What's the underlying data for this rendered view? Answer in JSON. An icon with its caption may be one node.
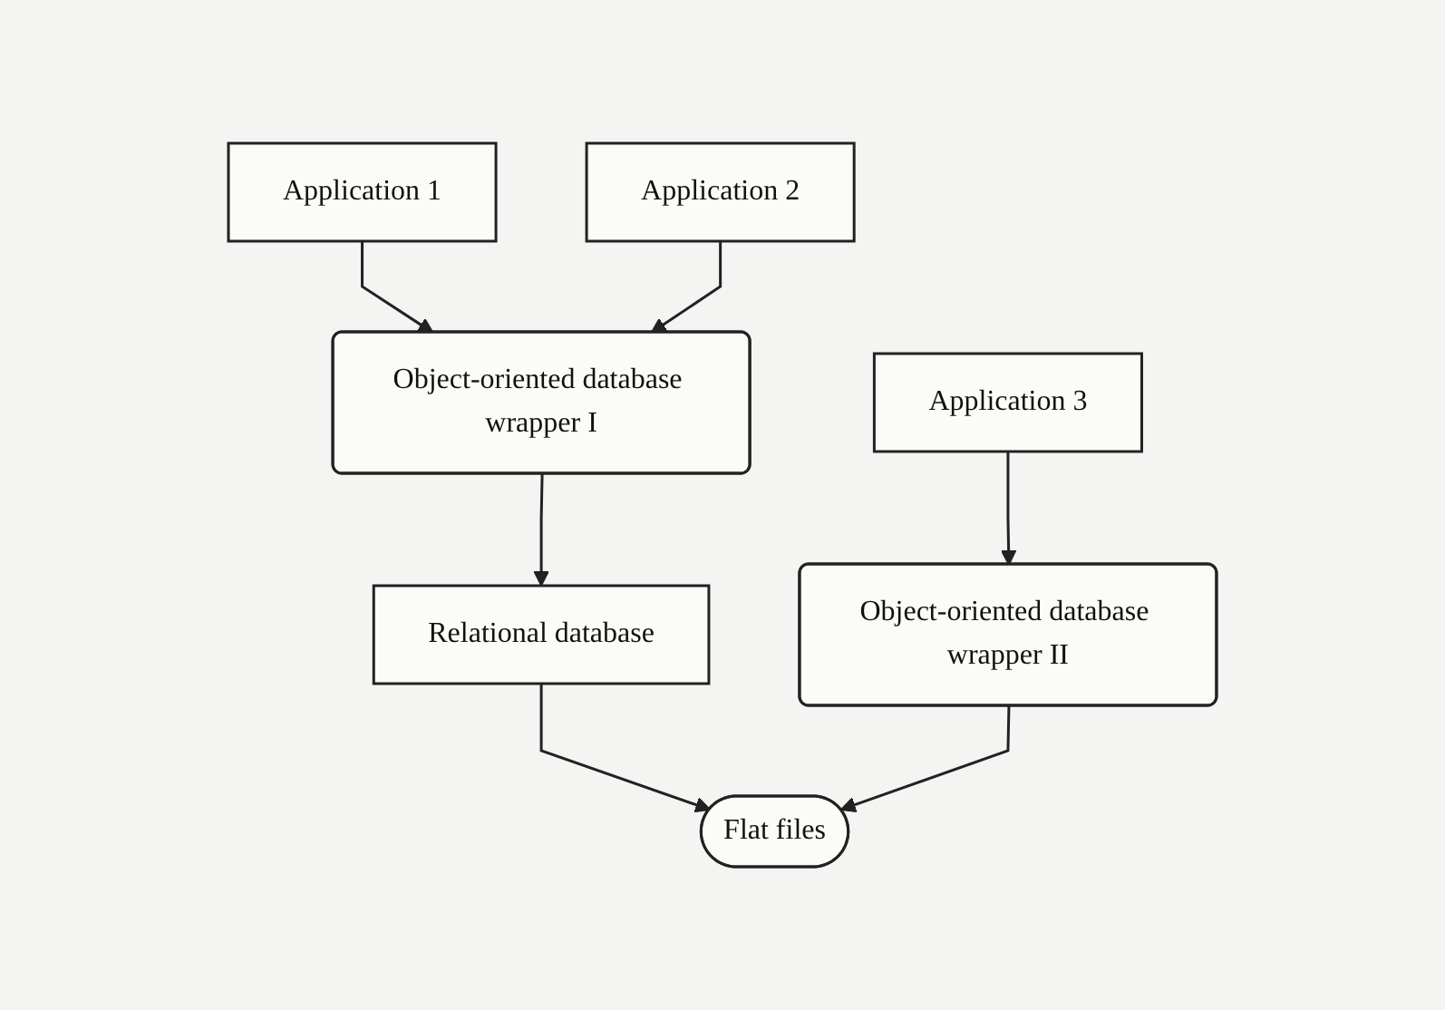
{
  "diagram": {
    "nodes": [
      {
        "text": [
          "Application 1"
        ]
      },
      {
        "text": [
          "Application 2"
        ]
      },
      {
        "text": [
          "Application 3"
        ]
      },
      {
        "text": [
          "Object-oriented database wrapper I"
        ]
      },
      {
        "text": [
          "Object-oriented database wrapper II"
        ]
      },
      {
        "text": [
          "Relational database"
        ]
      },
      {
        "text": [
          "Flat files"
        ]
      }
    ],
    "edges": [
      {
        "from": 0,
        "to": 3,
        "arrow": "to"
      },
      {
        "from": 1,
        "to": 3,
        "arrow": "to"
      },
      {
        "from": 2,
        "to": 4,
        "arrow": "to"
      },
      {
        "from": 3,
        "to": 5,
        "arrow": "to"
      },
      {
        "from": 5,
        "to": 6,
        "arrow": "to"
      },
      {
        "from": 4,
        "to": 6,
        "arrow": "to"
      }
    ]
  }
}
